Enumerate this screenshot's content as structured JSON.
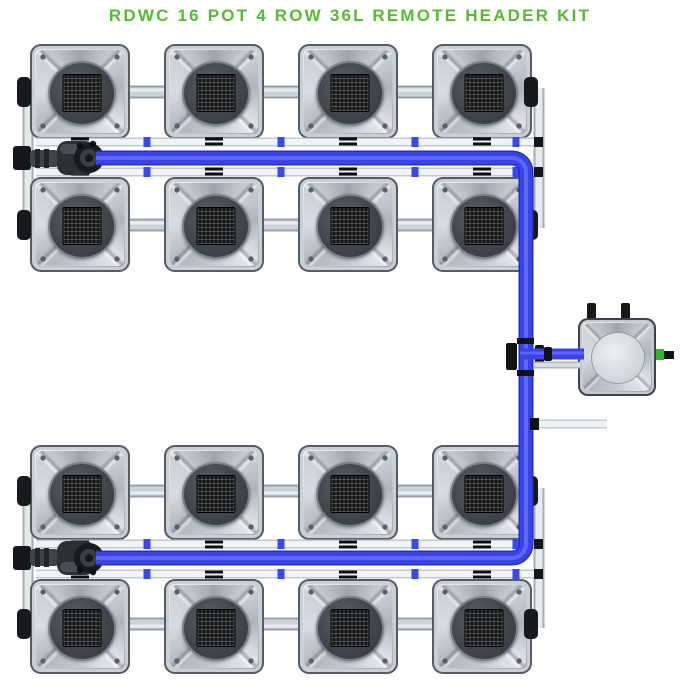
{
  "header": {
    "title": "RDWC 16 POT 4 ROW 36L REMOTE HEADER KIT",
    "title_color": "#55bc2d"
  },
  "diagram": {
    "system": "RDWC recirculating deep water culture kit",
    "pots_total": 16,
    "rows": 4,
    "pots_per_row": 4,
    "pot_volume_label": "36L",
    "header_style": "Remote header",
    "components": {
      "pot": "36L square pot with round net-pot lid",
      "header_tank": "remote header tank with lid and level fitting",
      "pump": "inline circulation pump",
      "return_line": "blue return line",
      "manifold_line": "white feed manifold line",
      "link_pipe": "grey pot-to-pot link pipe",
      "drain_line": "white drain line",
      "fitting": "black elbow / tee fittings"
    },
    "colors": {
      "return_pipe_blue": "#3843ea",
      "return_pipe_edge": "#2730bd",
      "manifold_white": "#f1f4f6",
      "link_pipe_gray": "#cbd2d8",
      "left_pipe_tint": "#e0ebe4",
      "pot_body_gray": "#c6cdd3",
      "fitting_black": "#15181b",
      "accent_green": "#2eb82a",
      "background": "#ffffff"
    }
  }
}
